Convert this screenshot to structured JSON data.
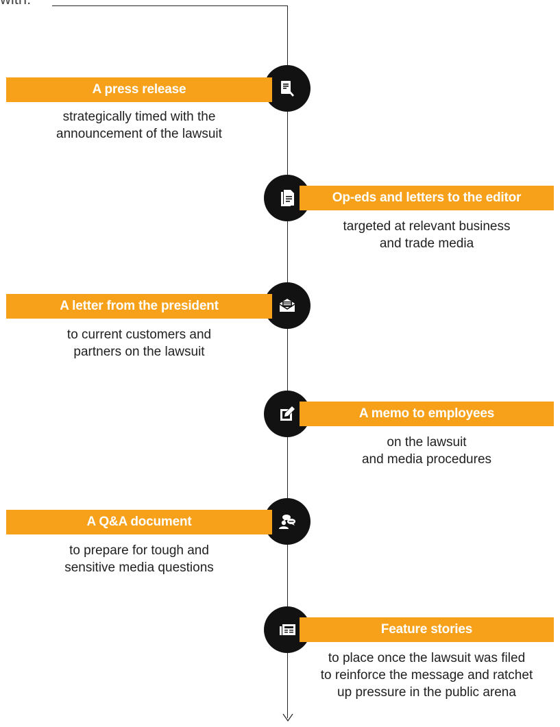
{
  "intro": {
    "text": "with:"
  },
  "colors": {
    "accent": "#f7a11a",
    "node": "#121212",
    "line": "#222222"
  },
  "items": [
    {
      "icon": "press-release-icon",
      "title": "A press release",
      "lines": [
        "strategically timed with the",
        "announcement of the lawsuit"
      ]
    },
    {
      "icon": "document-icon",
      "title": "Op-eds and letters to the editor",
      "lines": [
        "targeted at relevant business",
        "and trade media"
      ]
    },
    {
      "icon": "envelope-icon",
      "title": "A letter from the president",
      "lines": [
        "to current customers and",
        "partners on the lawsuit"
      ]
    },
    {
      "icon": "memo-edit-icon",
      "title": "A memo to employees",
      "lines": [
        "on the lawsuit",
        "and media procedures"
      ]
    },
    {
      "icon": "chat-person-icon",
      "title": "A Q&A document",
      "lines": [
        "to prepare for tough and",
        "sensitive media questions"
      ]
    },
    {
      "icon": "newspaper-icon",
      "title": "Feature stories",
      "lines": [
        "to place once the lawsuit was filed",
        "to reinforce the message and ratchet",
        "up pressure in the public arena"
      ]
    }
  ]
}
